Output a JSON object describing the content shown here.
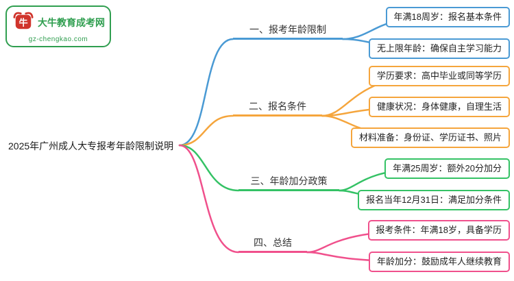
{
  "logo": {
    "title": "大牛教育成考网",
    "domain": "gz-chengkao.com",
    "icon": "ox-seal-icon",
    "border_color": "#2f9e4f",
    "icon_color": "#d0342c"
  },
  "root": {
    "label": "2025年广州成人大专报考年龄限制说明"
  },
  "branches": [
    {
      "label": "一、报考年龄限制",
      "color": "#4a9ad4",
      "children": [
        "年满18周岁：报名基本条件",
        "无上限年龄：确保自主学习能力"
      ]
    },
    {
      "label": "二、报名条件",
      "color": "#f5a53c",
      "children": [
        "学历要求：高中毕业或同等学历",
        "健康状况：身体健康，自理生活",
        "材料准备：身份证、学历证书、照片"
      ]
    },
    {
      "label": "三、年龄加分政策",
      "color": "#34c265",
      "children": [
        "年满25周岁：额外20分加分",
        "报名当年12月31日：满足加分条件"
      ]
    },
    {
      "label": "四、总结",
      "color": "#f0508c",
      "children": [
        "报考条件：年满18岁，具备学历",
        "年龄加分：鼓励成年人继续教育"
      ]
    }
  ]
}
